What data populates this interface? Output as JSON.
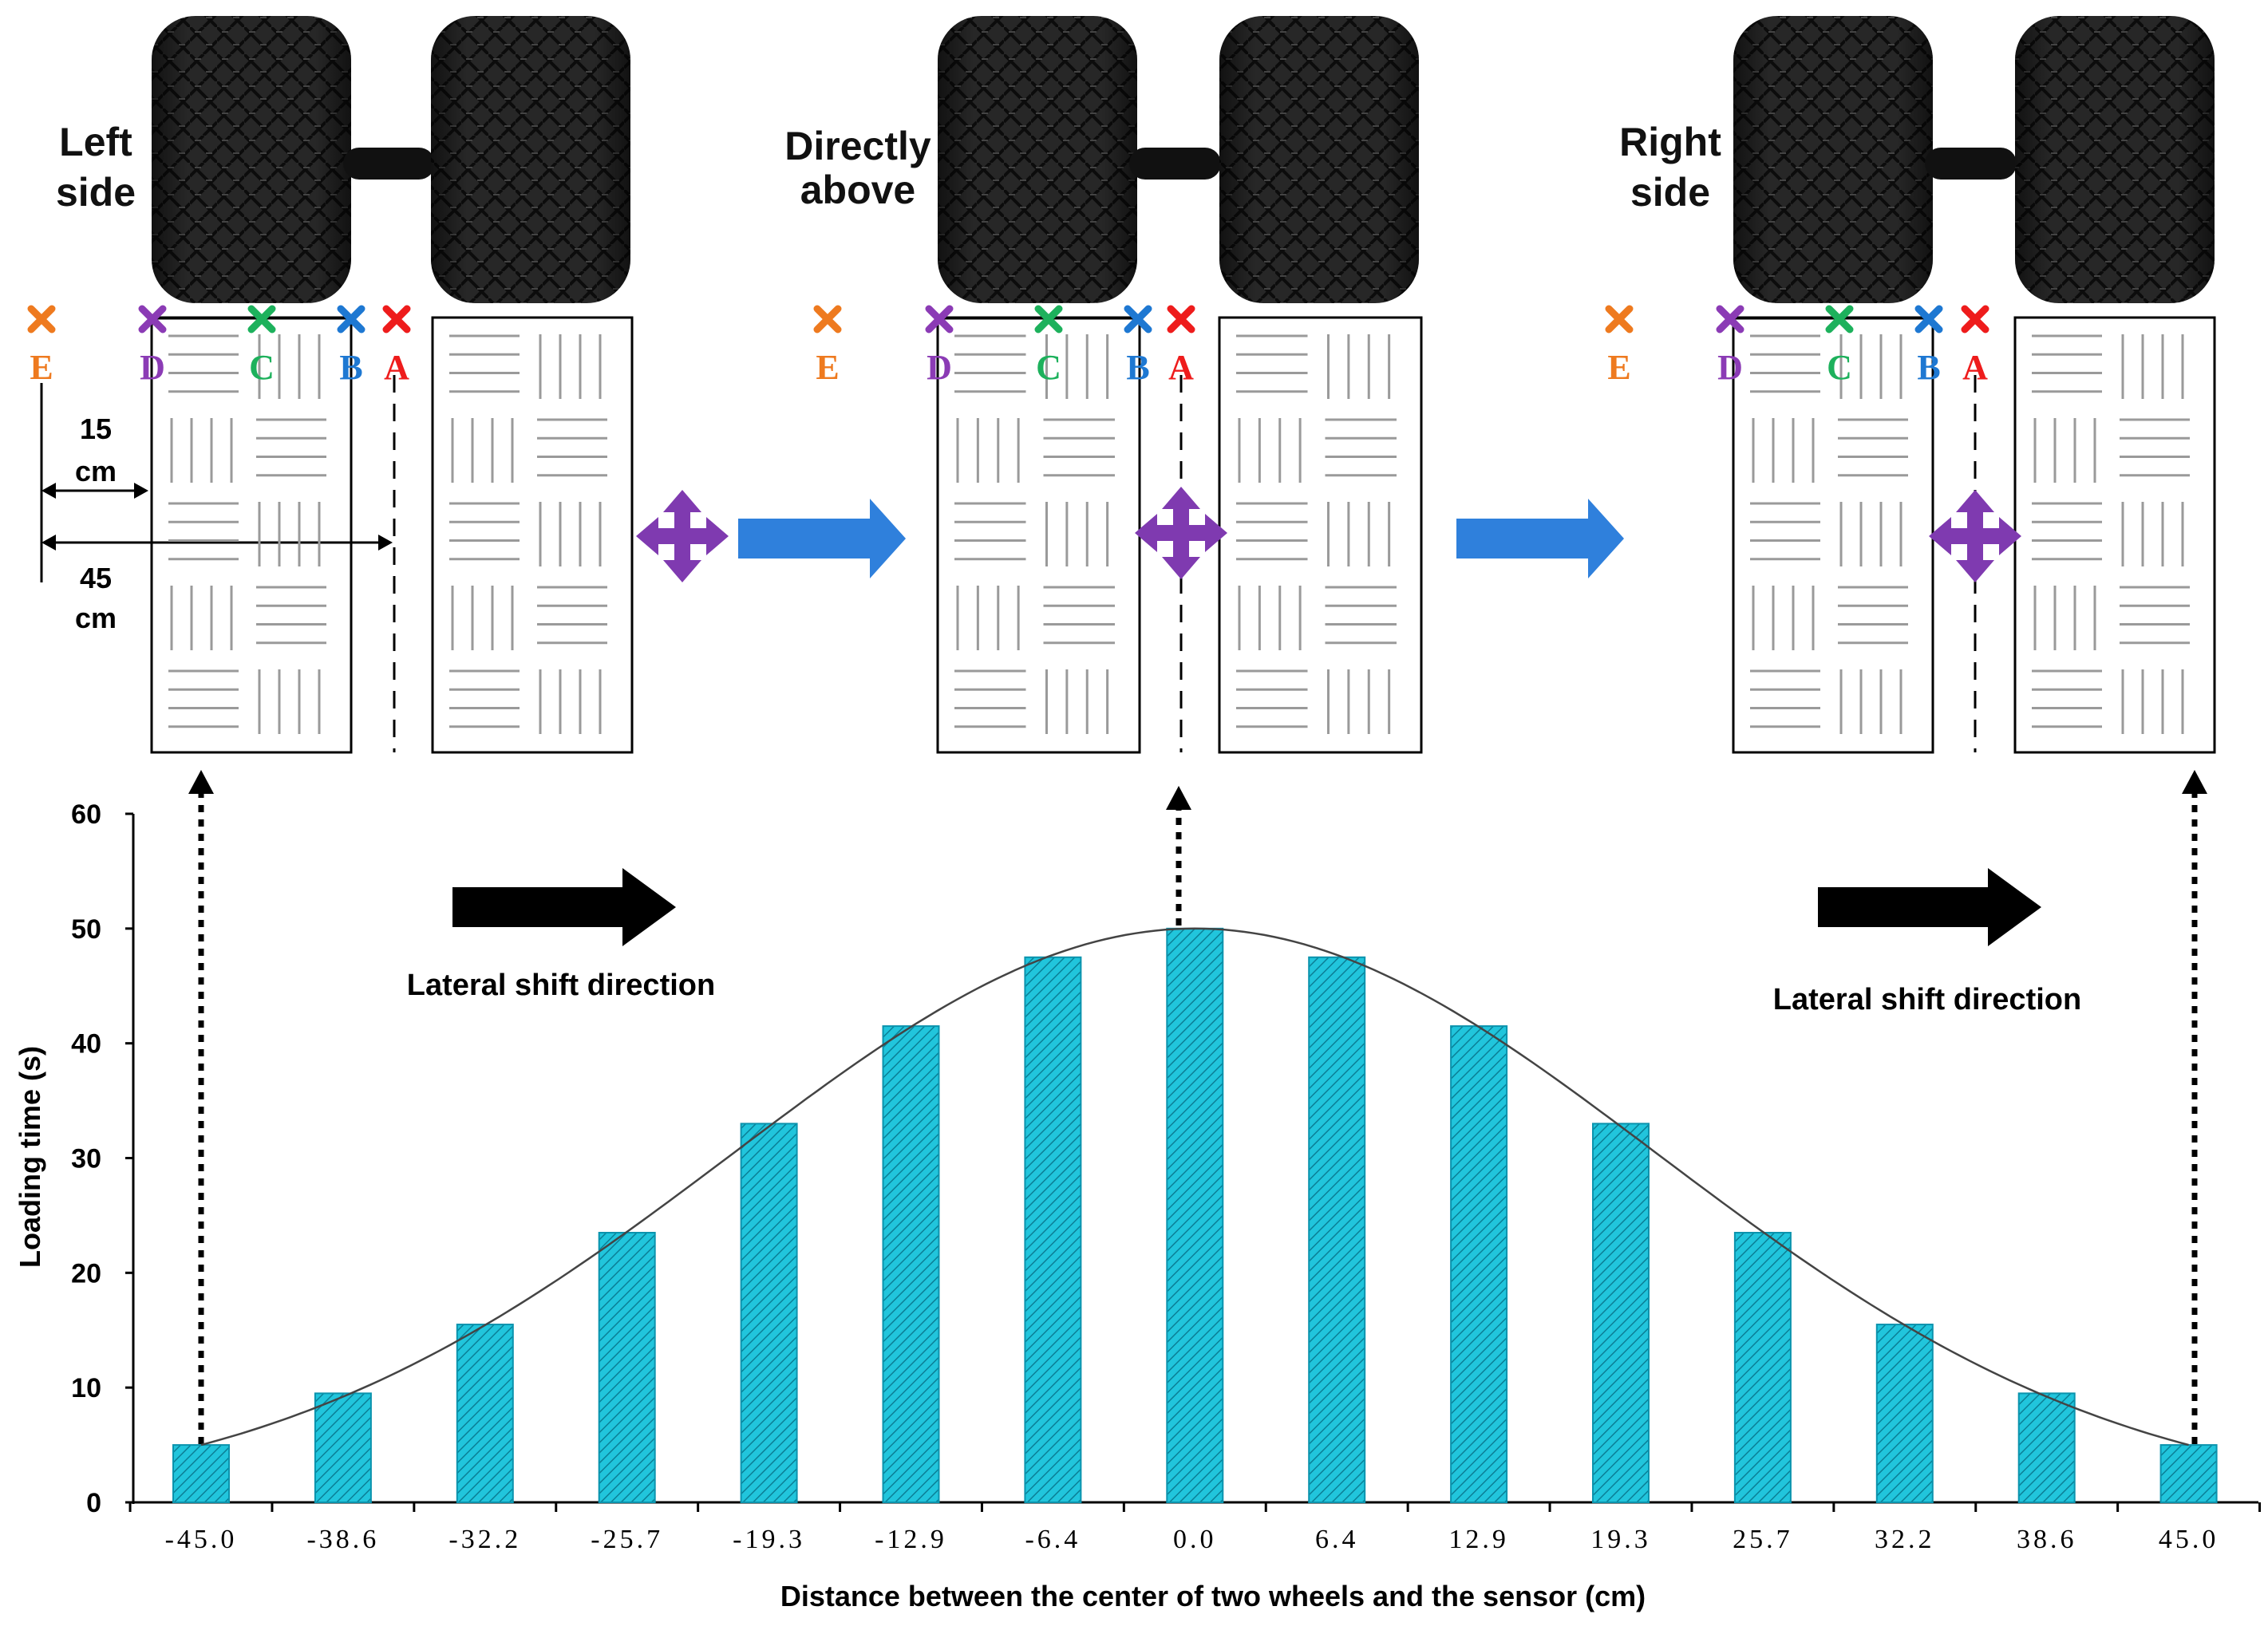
{
  "colors": {
    "bar_fill": "#21c5dc",
    "bar_hatch": "#0b93ad",
    "point_A": "#ee1c1c",
    "point_B": "#1e78d2",
    "point_C": "#1db15c",
    "point_D": "#8b3bb5",
    "point_E": "#ee7a1f",
    "shift_arrow": "#2f80dc",
    "move_icon": "#7f3ab0",
    "tire": "#222222"
  },
  "panels": [
    {
      "label": "Left side"
    },
    {
      "label": "Directly above"
    },
    {
      "label": "Right side"
    }
  ],
  "points": [
    {
      "id": "E",
      "color": "#ee7a1f"
    },
    {
      "id": "D",
      "color": "#8b3bb5"
    },
    {
      "id": "C",
      "color": "#1db15c"
    },
    {
      "id": "B",
      "color": "#1e78d2"
    },
    {
      "id": "A",
      "color": "#ee1c1c"
    }
  ],
  "dimensions": {
    "short_value": "15",
    "short_unit": "cm",
    "long_value": "45",
    "long_unit": "cm"
  },
  "direction_label_left": "Lateral shift direction",
  "direction_label_right": "Lateral shift direction",
  "icons": [
    "tire-icon",
    "axle-icon",
    "move-cross-icon",
    "shift-arrow-icon",
    "mark-x-icon"
  ],
  "chart_data": {
    "type": "bar",
    "categories": [
      "-45.0",
      "-38.6",
      "-32.2",
      "-25.7",
      "-19.3",
      "-12.9",
      "-6.4",
      "0.0",
      "6.4",
      "12.9",
      "19.3",
      "25.7",
      "32.2",
      "38.6",
      "45.0"
    ],
    "values": [
      5,
      9.5,
      15.5,
      23.5,
      33,
      41.5,
      47.5,
      50,
      47.5,
      41.5,
      33,
      23.5,
      15.5,
      9.5,
      5
    ],
    "fit_curve": "smooth curve through bar tops",
    "xlabel": "Distance between the center of two wheels and the sensor (cm)",
    "ylabel": "Loading time (s)",
    "ylim": [
      0,
      60
    ],
    "yticks": [
      0,
      10,
      20,
      30,
      40,
      50,
      60
    ],
    "grid": false,
    "legend": "none"
  }
}
